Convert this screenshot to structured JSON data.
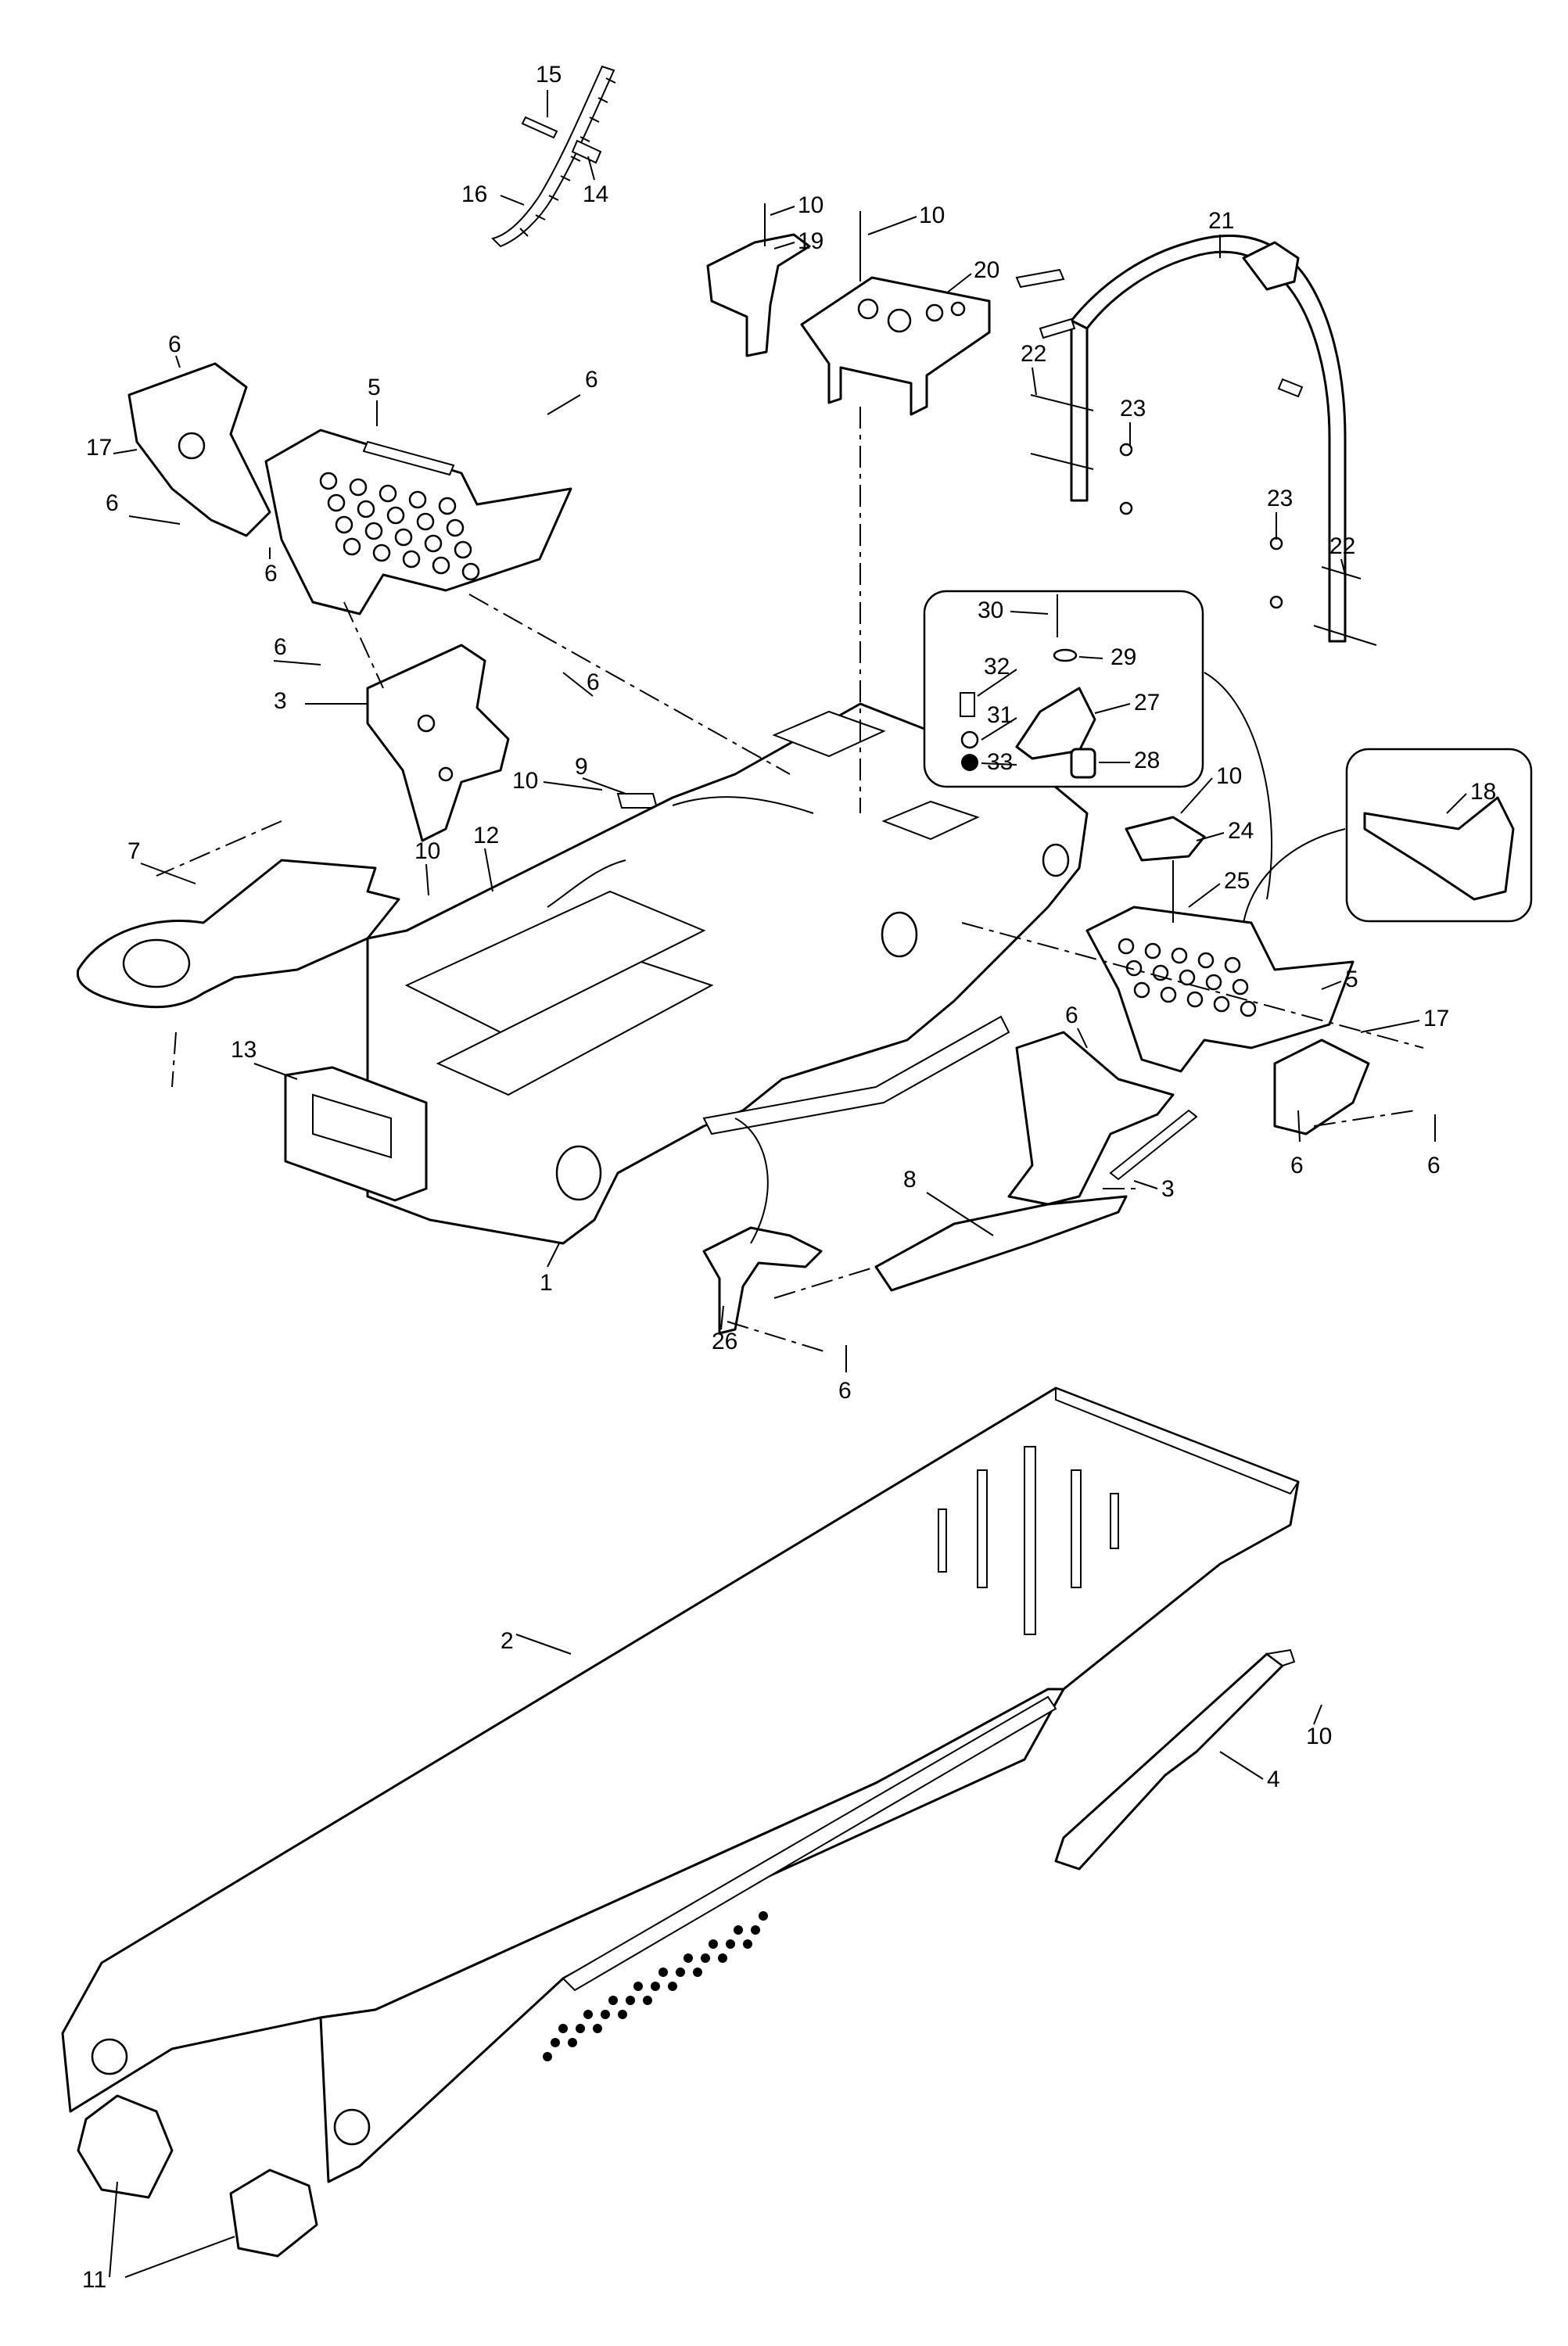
{
  "diagram": {
    "callouts": [
      {
        "id": "c15",
        "label": "15"
      },
      {
        "id": "c16",
        "label": "16"
      },
      {
        "id": "c14",
        "label": "14"
      },
      {
        "id": "c10a",
        "label": "10"
      },
      {
        "id": "c10b",
        "label": "10"
      },
      {
        "id": "c19",
        "label": "19"
      },
      {
        "id": "c20",
        "label": "20"
      },
      {
        "id": "c21",
        "label": "21"
      },
      {
        "id": "c22a",
        "label": "22"
      },
      {
        "id": "c23a",
        "label": "23"
      },
      {
        "id": "c23b",
        "label": "23"
      },
      {
        "id": "c22b",
        "label": "22"
      },
      {
        "id": "c6a",
        "label": "6"
      },
      {
        "id": "c17a",
        "label": "17"
      },
      {
        "id": "c5a",
        "label": "5"
      },
      {
        "id": "c6b",
        "label": "6"
      },
      {
        "id": "c6c",
        "label": "6"
      },
      {
        "id": "c6d",
        "label": "6"
      },
      {
        "id": "c6e",
        "label": "6"
      },
      {
        "id": "c3a",
        "label": "3"
      },
      {
        "id": "c6f",
        "label": "6"
      },
      {
        "id": "c30",
        "label": "30"
      },
      {
        "id": "c29",
        "label": "29"
      },
      {
        "id": "c32",
        "label": "32"
      },
      {
        "id": "c27",
        "label": "27"
      },
      {
        "id": "c31",
        "label": "31"
      },
      {
        "id": "c33",
        "label": "33"
      },
      {
        "id": "c28",
        "label": "28"
      },
      {
        "id": "c18",
        "label": "18"
      },
      {
        "id": "c9",
        "label": "9"
      },
      {
        "id": "c10c",
        "label": "10"
      },
      {
        "id": "c10d",
        "label": "10"
      },
      {
        "id": "c24",
        "label": "24"
      },
      {
        "id": "c7",
        "label": "7"
      },
      {
        "id": "c10e",
        "label": "10"
      },
      {
        "id": "c12",
        "label": "12"
      },
      {
        "id": "c25",
        "label": "25"
      },
      {
        "id": "c5b",
        "label": "5"
      },
      {
        "id": "c17b",
        "label": "17"
      },
      {
        "id": "c6g",
        "label": "6"
      },
      {
        "id": "c13",
        "label": "13"
      },
      {
        "id": "c6h",
        "label": "6"
      },
      {
        "id": "c6i",
        "label": "6"
      },
      {
        "id": "c3b",
        "label": "3"
      },
      {
        "id": "c8",
        "label": "8"
      },
      {
        "id": "c1",
        "label": "1"
      },
      {
        "id": "c26",
        "label": "26"
      },
      {
        "id": "c6j",
        "label": "6"
      },
      {
        "id": "c2",
        "label": "2"
      },
      {
        "id": "c10f",
        "label": "10"
      },
      {
        "id": "c4",
        "label": "4"
      },
      {
        "id": "c11",
        "label": "11"
      }
    ]
  }
}
